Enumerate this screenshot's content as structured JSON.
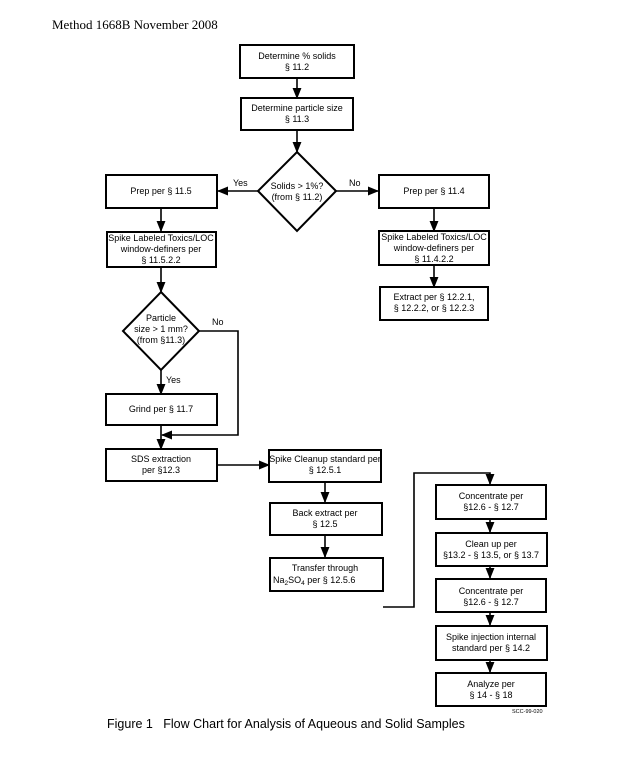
{
  "header": {
    "text": "Method 1668B November 2008"
  },
  "nodes": {
    "solids": [
      "Determine % solids",
      "§ 11.2"
    ],
    "particle_size": [
      "Determine particle size",
      "§ 11.3"
    ],
    "solids_decision": [
      "Solids > 1%?",
      "(from § 11.2)"
    ],
    "prep_left": [
      "Prep per § 11.5"
    ],
    "prep_right": [
      "Prep per § 11.4"
    ],
    "spike_left": [
      "Spike Labeled Toxics/LOC",
      "window-definers per",
      "§ 11.5.2.2"
    ],
    "spike_right": [
      "Spike Labeled Toxics/LOC",
      "window-definers per",
      "§ 11.4.2.2"
    ],
    "extract_right": [
      "Extract per § 12.2.1,",
      "§ 12.2.2, or § 12.2.3"
    ],
    "particle_decision": [
      "Particle",
      "size > 1 mm?",
      "(from §11.3)"
    ],
    "grind": [
      "Grind per § 11.7"
    ],
    "sds": [
      "SDS extraction",
      "per §12.3"
    ],
    "spike_cleanup": [
      "Spike Cleanup standard per",
      "§ 12.5.1"
    ],
    "back_extract": [
      "Back extract per",
      "§ 12.5"
    ],
    "transfer": [
      "Transfer through",
      "per § 12.5.6"
    ],
    "concentrate1": [
      "Concentrate per",
      "§12.6 - § 12.7"
    ],
    "cleanup": [
      "Clean up per",
      "§13.2 - § 13.5, or § 13.7"
    ],
    "concentrate2": [
      "Concentrate per",
      "§12.6 - § 12.7"
    ],
    "spike_injection": [
      "Spike injection internal",
      "standard per § 14.2"
    ],
    "analyze": [
      "Analyze per",
      "§ 14 - § 18"
    ]
  },
  "chem": {
    "na": "Na",
    "sub2": "2",
    "so": "SO",
    "sub4": "4"
  },
  "edges": {
    "yes1": "Yes",
    "no1": "No",
    "no2": "No",
    "yes2": "Yes"
  },
  "figure_code": "SCC-99-020",
  "caption": "Figure 1   Flow Chart for Analysis of Aqueous and Solid Samples"
}
